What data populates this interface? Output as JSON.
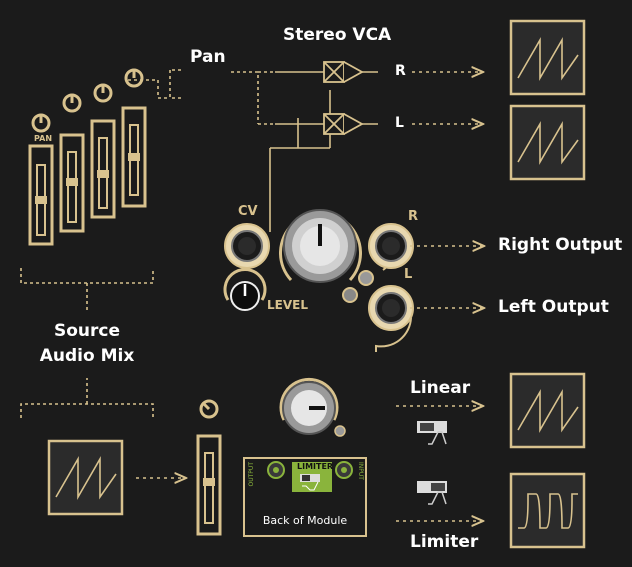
{
  "colors": {
    "background": "#1b1b1b",
    "accent": "#d8c28e",
    "text": "#ffffff",
    "green_panel": "#8ab43c",
    "dark_panel": "#2b2b2b"
  },
  "labels": {
    "pan": "Pan",
    "stereo_vca": "Stereo VCA",
    "r_channel": "R",
    "l_channel": "L",
    "cv": "CV",
    "level": "LEVEL",
    "jack_r": "R",
    "jack_l": "L",
    "right_output": "Right Output",
    "left_output": "Left Output",
    "source_audio_mix_line1": "Source",
    "source_audio_mix_line2": "Audio Mix",
    "pan_fader_label": "PAN",
    "linear": "Linear",
    "limiter": "Limiter",
    "back_of_module": "Back of Module",
    "back_limiter": "LIMITER",
    "back_output": "OUTPUT",
    "back_input": "INPUT"
  },
  "icons": {
    "vca_block": "vca-x-box-icon",
    "knob": "knob-icon",
    "jack": "jack-icon",
    "fader": "fader-icon",
    "switch": "toggle-switch-icon",
    "sawtooth": "sawtooth-wave-icon",
    "clipped": "square-wave-icon"
  }
}
